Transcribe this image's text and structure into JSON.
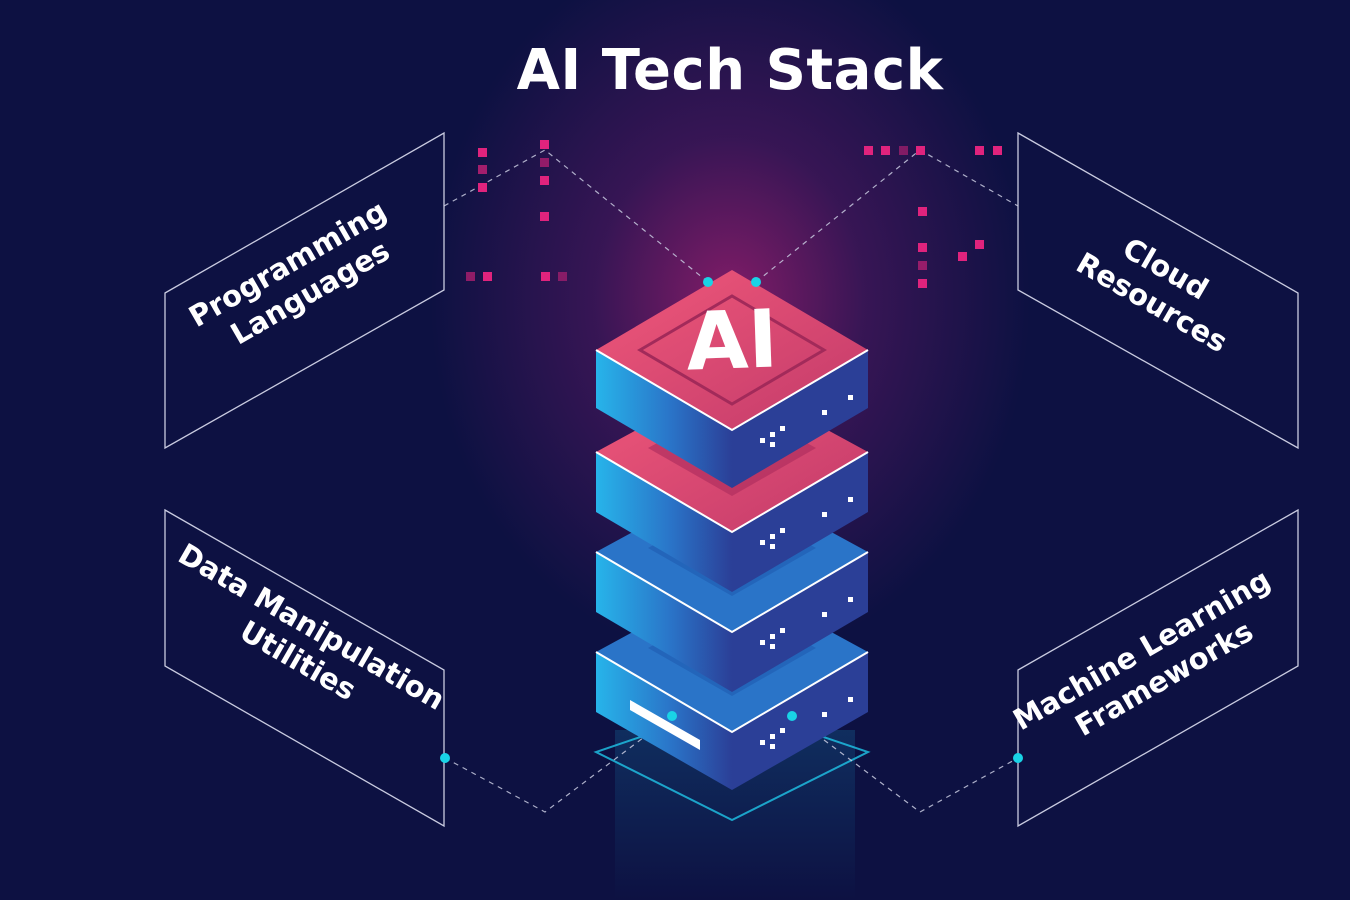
{
  "title": "AI Tech Stack",
  "center_label": "AI",
  "panels": {
    "top_left": [
      "Programming",
      "Languages"
    ],
    "top_right": [
      "Cloud",
      "Resources"
    ],
    "bottom_left": [
      "Data Manipulation",
      "Utilities"
    ],
    "bottom_right": [
      "Machine Learning",
      "Frameworks"
    ]
  },
  "colors": {
    "background": "#0d1142",
    "glow": "#961e6e",
    "tier_top": "#e04a6e",
    "tier_side": "#1f8fd6",
    "connector": "#19d3e6",
    "pixel": "#e0237d"
  }
}
